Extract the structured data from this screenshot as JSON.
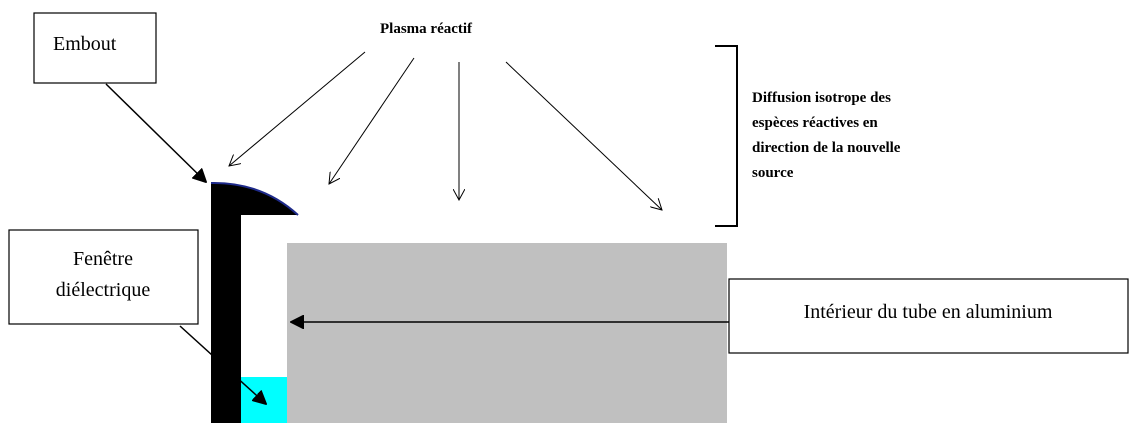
{
  "labels": {
    "plasma": "Plasma réactif",
    "embout": "Embout",
    "fenetre_line1": "Fenêtre",
    "fenetre_line2": "diélectrique",
    "interieur": "Intérieur du tube en aluminium",
    "diffusion_line1": "Diffusion isotrope des",
    "diffusion_line2": "espèces réactives en",
    "diffusion_line3": "direction de la nouvelle",
    "diffusion_line4": "source"
  },
  "colors": {
    "embout": "#000000",
    "embout_outline": "#1e2a8a",
    "dielectric_window": "#00ffff",
    "aluminium_tube": "#c0c0c0",
    "lines": "#000000"
  }
}
